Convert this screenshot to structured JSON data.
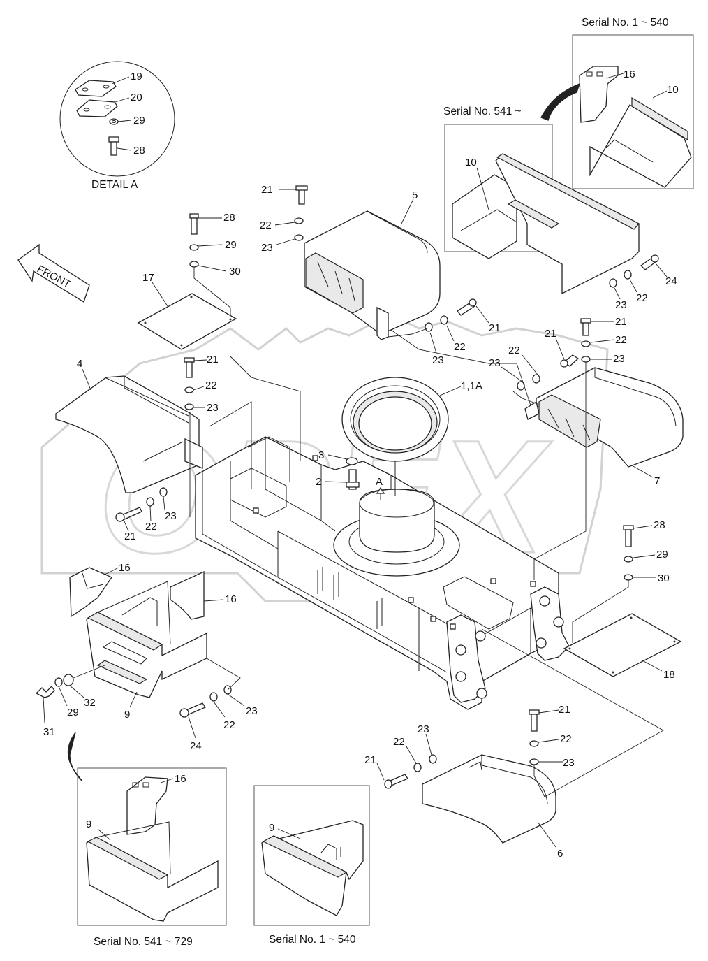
{
  "captions": {
    "detail_a": "DETAIL  A",
    "serial_1_540_top": "Serial No. 1 ~ 540",
    "serial_541_top": "Serial No. 541 ~",
    "serial_541_729_bottom": "Serial No. 541 ~ 729",
    "serial_1_540_bottom": "Serial No. 1 ~ 540",
    "front_arrow": "FRONT",
    "view_marker": "A"
  },
  "watermark": "OPEX",
  "part_numbers": {
    "p19": "19",
    "p20": "20",
    "p29_detail": "29",
    "p28_detail": "28",
    "p16_tr": "16",
    "p10_tr": "10",
    "p10_mid": "10",
    "p24_tr": "24",
    "p22_tr": "22",
    "p23_tr": "23",
    "p21_top": "21",
    "p22_top": "22",
    "p23_top": "23",
    "p5": "5",
    "p28_left": "28",
    "p29_left": "29",
    "p30_left": "30",
    "p17": "17",
    "p21_mid": "21",
    "p22_mid": "22",
    "p23_mid": "23",
    "p21_r": "21",
    "p22_r": "22",
    "p23_r": "23",
    "p21_rr": "21",
    "p22_rr": "22",
    "p23_rr": "23",
    "p21_c": "21",
    "p22_c": "22",
    "p23_c": "23",
    "p4": "4",
    "p11a": "1,1A",
    "p3": "3",
    "p2": "2",
    "p7": "7",
    "p21_bl": "21",
    "p22_bl": "22",
    "p23_bl": "23",
    "p28_r": "28",
    "p29_r": "29",
    "p30_r": "30",
    "p18": "18",
    "p16_l1": "16",
    "p16_l2": "16",
    "p9": "9",
    "p31": "31",
    "p29_b": "29",
    "p32": "32",
    "p24_b": "24",
    "p22_b": "22",
    "p23_b": "23",
    "p21_br": "21",
    "p22_br": "22",
    "p23_br": "23",
    "p21_bc": "21",
    "p22_bc": "22",
    "p23_bc": "23",
    "p6": "6",
    "p16_bl": "16",
    "p9_bl": "9",
    "p9_bc": "9"
  }
}
